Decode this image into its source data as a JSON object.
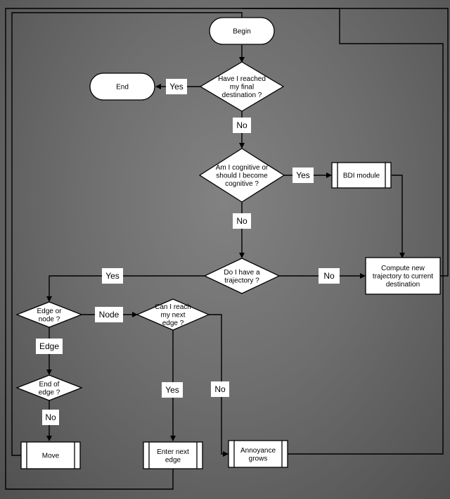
{
  "nodes": [
    {
      "id": "begin",
      "type": "terminal",
      "lines": [
        "Begin"
      ]
    },
    {
      "id": "end",
      "type": "terminal",
      "lines": [
        "End"
      ]
    },
    {
      "id": "reached",
      "type": "decision",
      "lines": [
        "Have I reached",
        "my final",
        "destination ?"
      ]
    },
    {
      "id": "cognitive",
      "type": "decision",
      "lines": [
        "Am I cognitive or",
        "should I become",
        "cognitive ?"
      ]
    },
    {
      "id": "bdi",
      "type": "process",
      "lines": [
        "BDI module"
      ]
    },
    {
      "id": "trajectory",
      "type": "decision",
      "lines": [
        "Do I have a",
        "trajectory ?"
      ]
    },
    {
      "id": "compute",
      "type": "box",
      "lines": [
        "Compute new",
        "trajectory to current",
        "destination"
      ]
    },
    {
      "id": "edge_or_node",
      "type": "decision",
      "lines": [
        "Edge or",
        "node ?"
      ]
    },
    {
      "id": "can_reach",
      "type": "decision",
      "lines": [
        "Can I reach",
        "my next",
        "edge ?"
      ]
    },
    {
      "id": "end_of_edge",
      "type": "decision",
      "lines": [
        "End of",
        "edge ?"
      ]
    },
    {
      "id": "move",
      "type": "process",
      "lines": [
        "Move"
      ]
    },
    {
      "id": "enter_next",
      "type": "process",
      "lines": [
        "Enter next",
        "edge"
      ]
    },
    {
      "id": "annoyance",
      "type": "process",
      "lines": [
        "Annoyance",
        "grows"
      ]
    }
  ],
  "edges": [
    {
      "id": "e-begin-reached",
      "from": "begin",
      "to": "reached"
    },
    {
      "id": "e-reached-end",
      "from": "reached",
      "to": "end",
      "label": "Yes"
    },
    {
      "id": "e-reached-cognitive",
      "from": "reached",
      "to": "cognitive",
      "label": "No"
    },
    {
      "id": "e-cognitive-bdi",
      "from": "cognitive",
      "to": "bdi",
      "label": "Yes"
    },
    {
      "id": "e-cognitive-trajectory",
      "from": "cognitive",
      "to": "trajectory",
      "label": "No"
    },
    {
      "id": "e-bdi-compute",
      "from": "bdi",
      "to": "compute"
    },
    {
      "id": "e-trajectory-compute",
      "from": "trajectory",
      "to": "compute",
      "label": "No"
    },
    {
      "id": "e-trajectory-edgeornode",
      "from": "trajectory",
      "to": "edge_or_node",
      "label": "Yes"
    },
    {
      "id": "e-edgeornode-canreach",
      "from": "edge_or_node",
      "to": "can_reach",
      "label": "Node"
    },
    {
      "id": "e-edgeornode-endofedge",
      "from": "edge_or_node",
      "to": "end_of_edge",
      "label": "Edge"
    },
    {
      "id": "e-endofedge-move",
      "from": "end_of_edge",
      "to": "move",
      "label": "No"
    },
    {
      "id": "e-canreach-enternext",
      "from": "can_reach",
      "to": "enter_next",
      "label": "Yes"
    },
    {
      "id": "e-canreach-annoyance",
      "from": "can_reach",
      "to": "annoyance",
      "label": "No"
    },
    {
      "id": "e-move-begin",
      "from": "move",
      "to": "begin"
    },
    {
      "id": "e-enternext-begin",
      "from": "enter_next",
      "to": "begin"
    },
    {
      "id": "e-annoyance-begin",
      "from": "annoyance",
      "to": "begin"
    },
    {
      "id": "e-compute-begin",
      "from": "compute",
      "to": "begin"
    }
  ]
}
